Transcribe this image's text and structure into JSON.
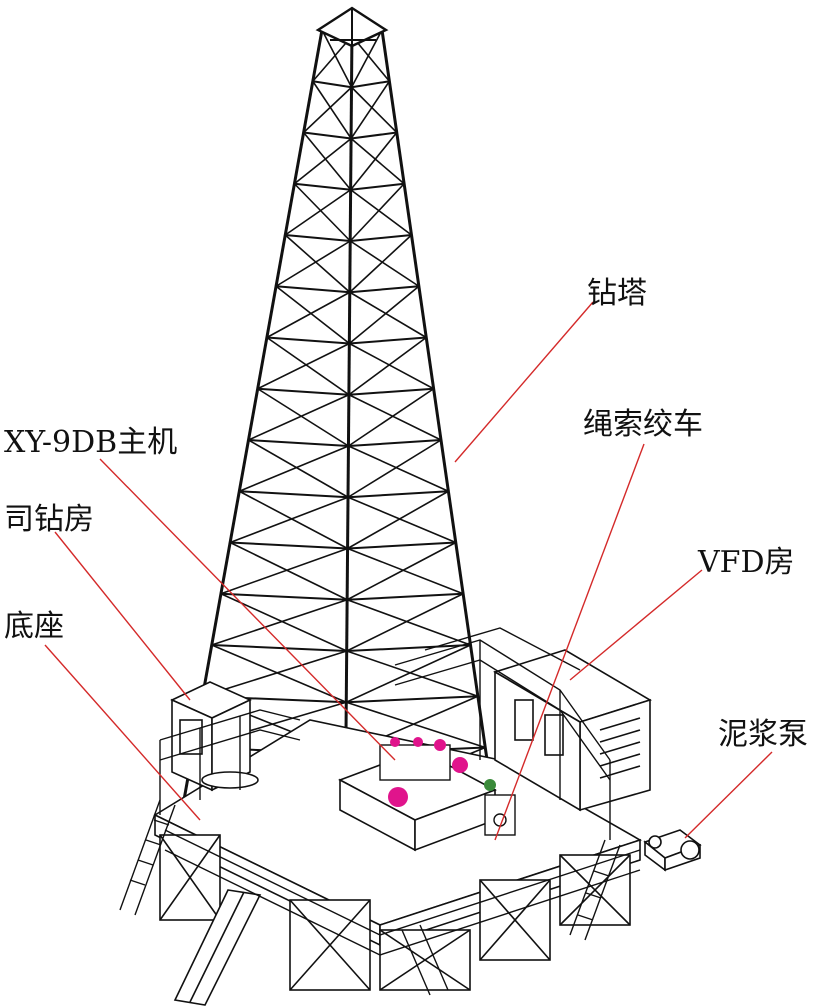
{
  "labels": {
    "derrick": "钻塔",
    "winch": "绳索绞车",
    "main_unit": "XY-9DB主机",
    "driller_house": "司钻房",
    "vfd_house": "VFD房",
    "substructure": "底座",
    "mud_pump": "泥浆泵"
  },
  "colors": {
    "line": "#111111",
    "leader": "#d42a2a",
    "accent": "#e0148c",
    "green": "#3a8a3a"
  }
}
